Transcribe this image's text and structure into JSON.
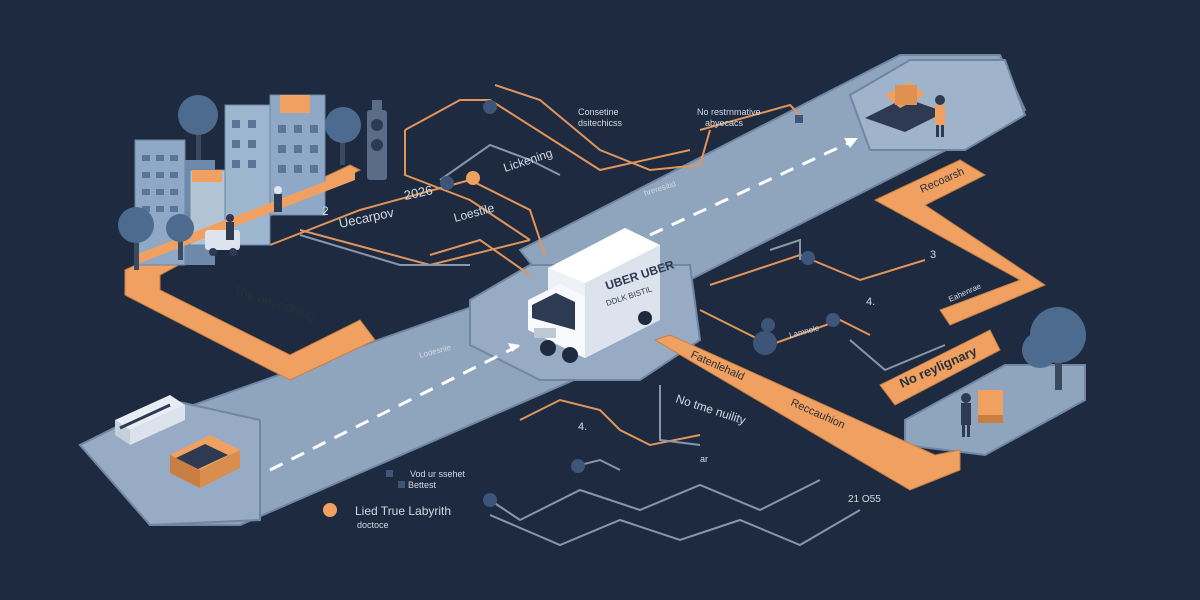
{
  "labels": {
    "num_2": "2",
    "uecarpov": "Uecarpov",
    "year": "2026",
    "the_enyedhing": "The enyedhing",
    "lickening": "Lickening",
    "loestile": "Loestile",
    "lodesnle": "Lodesnle",
    "consetine": "Consetine",
    "dsitechicss": "dsitechicss",
    "no_resitrmative": "No restrnmative",
    "abyecacs": "abyecacs",
    "hreresitid": "hreresitid",
    "recoarsh": "Recoarsh",
    "num_3": "3",
    "num_4": "4.",
    "lamnole": "Lamnole",
    "eahenrae": "Eahenrae",
    "no_reylignary": "No reylignary",
    "truck_line1": "UBER UBER",
    "truck_line2": "DDLK BISTIL",
    "fatenlehald": "Fatenlehald",
    "reccauhion": "Reccauhion",
    "no_tme_nuility": "No tme nuility",
    "num_4b": "4.",
    "ar": "ar",
    "vod_ur_ssehet": "Vod ur ssehet",
    "bettest": "Bettest",
    "legend_title": "Lied True Labyrith",
    "legend_sub": "doctoce",
    "num_21": "21 O55"
  },
  "colors": {
    "background": "#1e2a40",
    "road": "#8fa4bd",
    "road_edge": "#6f87a3",
    "route_orange": "#f0a060",
    "route_gray": "#8a96a8",
    "building_blue": "#8ea8c6",
    "tree": "#4d6b8f"
  },
  "icons": {
    "truck": "delivery-truck-icon",
    "tree": "tree-icon",
    "buildings": "city-buildings-icon",
    "person": "person-icon",
    "arrow": "direction-arrow-icon",
    "package": "package-icon"
  }
}
